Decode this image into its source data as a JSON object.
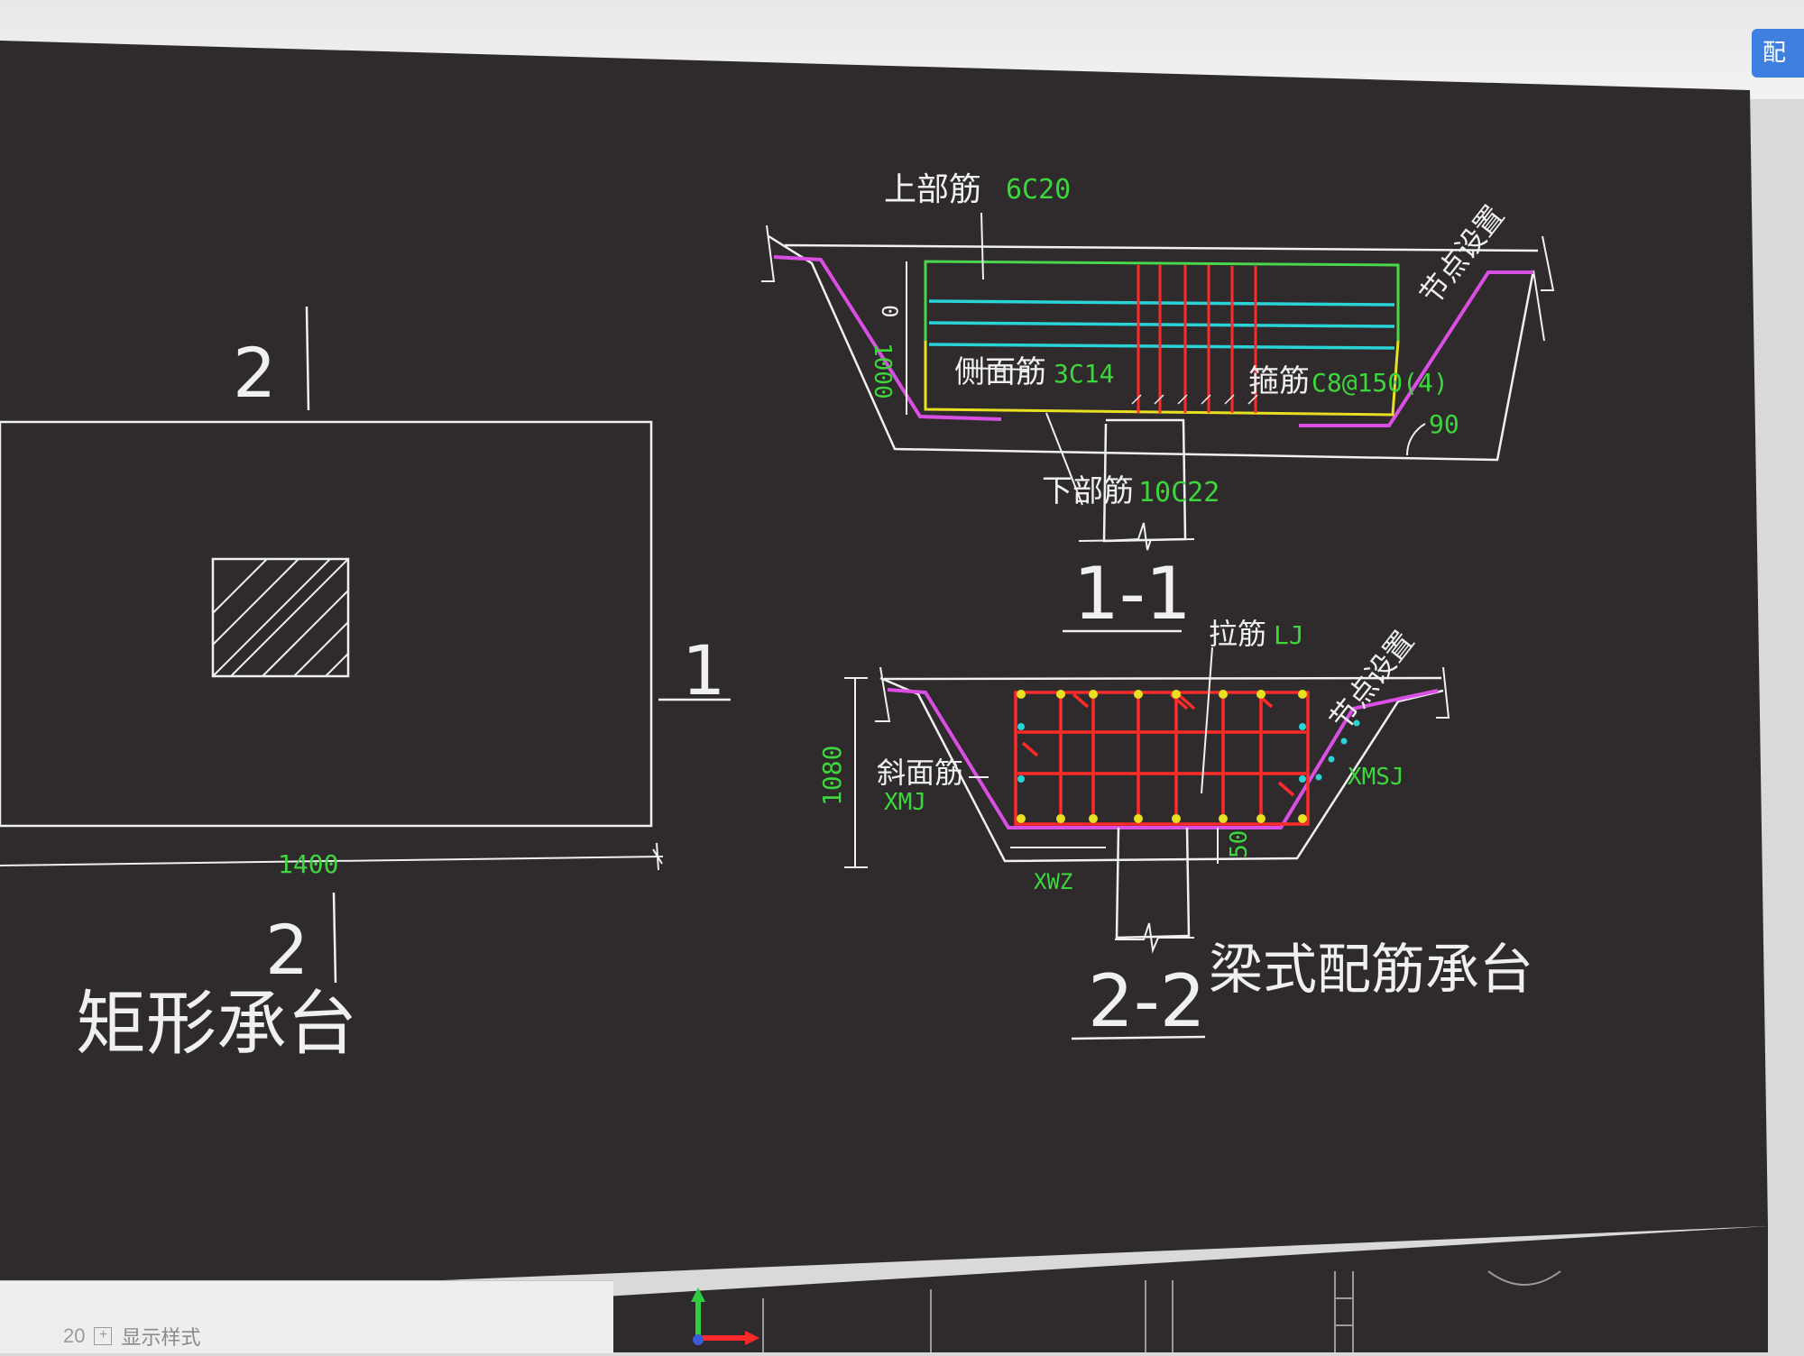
{
  "toolbar": {
    "button_label": "配"
  },
  "panel": {
    "row_number": "20",
    "expand_symbol": "+",
    "row_label": "显示样式"
  },
  "plan": {
    "section_mark_top": "2",
    "section_mark_bottom": "2",
    "section_mark_right": "1",
    "width_dim": "1400",
    "caption": "矩形承台"
  },
  "section_1_1": {
    "top_bar_label": "上部筋",
    "top_bar_value": "6C20",
    "side_bar_label": "侧面筋",
    "side_bar_value": "3C14",
    "stirrup_label": "箍筋",
    "stirrup_value": "C8@150(4)",
    "bottom_bar_label": "下部筋",
    "bottom_bar_value": "10C22",
    "node_label": "节点设置",
    "angle_value": "90",
    "dim_zero": "0",
    "dim_depth": "1000",
    "title": "1-1"
  },
  "section_2_2": {
    "tie_bar_label": "拉筋",
    "tie_bar_value": "LJ",
    "slant_bar_label": "斜面筋",
    "slant_bar_value": "XMJ",
    "node_label": "节点设置",
    "xmsj_label": "XMSJ",
    "xwz_label": "XWZ",
    "dim_height": "1080",
    "dim_50": "50",
    "title": "2-2",
    "caption": "梁式配筋承台"
  },
  "colors": {
    "background": "#2f2b2c",
    "line": "#f0f0f0",
    "label_green": "#3dd63d",
    "rebar_red": "#ff2a2a",
    "side_cyan": "#29d3d6",
    "stirrup_green": "#4cd64c",
    "bottom_yellow": "#e8e020",
    "magenta": "#d94fe3"
  }
}
